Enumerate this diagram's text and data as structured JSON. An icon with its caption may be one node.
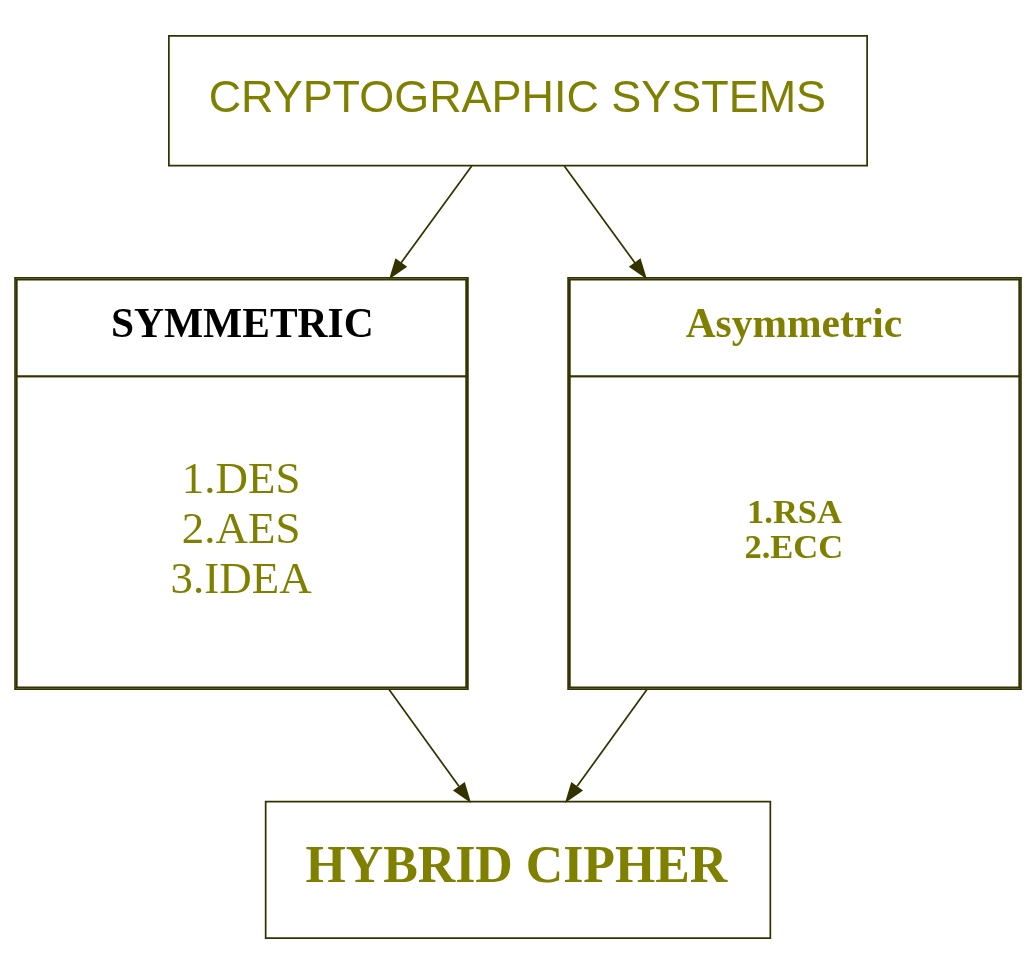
{
  "diagram": {
    "nodes": [
      {
        "text": [
          "CRYPTOGRAPHIC SYSTEMS"
        ]
      },
      {
        "text": [
          "SYMMETRIC",
          "1.DES",
          "2.AES",
          "3.IDEA"
        ]
      },
      {
        "text": [
          "Asymmetric",
          "1.RSA",
          "2.ECC"
        ]
      },
      {
        "text": [
          "HYBRID CIPHER"
        ]
      }
    ],
    "edges": [
      {
        "from": 0,
        "to": 1,
        "arrow": "to"
      },
      {
        "from": 0,
        "to": 2,
        "arrow": "to"
      },
      {
        "from": 1,
        "to": 3,
        "arrow": "to"
      },
      {
        "from": 2,
        "to": 3,
        "arrow": "to"
      }
    ]
  }
}
